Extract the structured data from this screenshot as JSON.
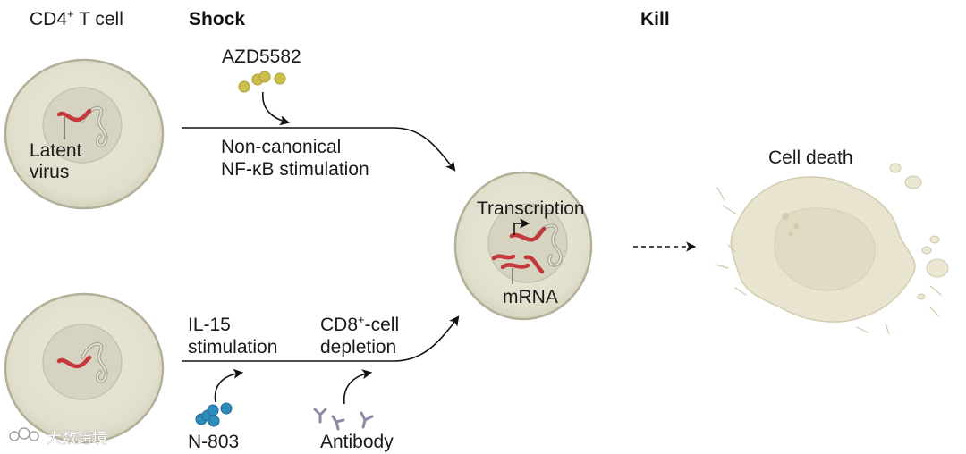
{
  "headers": {
    "cell_type": "CD4",
    "cell_type_sup": "+",
    "cell_type_rest": " T cell",
    "shock": "Shock",
    "kill": "Kill"
  },
  "top_pathway": {
    "agent": "AZD5582",
    "mechanism_line1": "Non-canonical",
    "mechanism_line2": "NF-κB stimulation"
  },
  "bottom_pathway": {
    "stim_line1": "IL-15",
    "stim_line2": "stimulation",
    "agent": "N-803",
    "depletion_prefix": "CD8",
    "depletion_sup": "+",
    "depletion_suffix": "-cell",
    "depletion_line2": "depletion",
    "antibody": "Antibody"
  },
  "latent_cell": {
    "label_line1": "Latent",
    "label_line2": "virus"
  },
  "active_cell": {
    "transcription": "Transcription",
    "mrna": "mRNA"
  },
  "outcome": {
    "label": "Cell death"
  },
  "watermark": {
    "text": "大数跨境"
  },
  "colors": {
    "cell_fill": "#e4e2d1",
    "cell_stroke": "#b3b09a",
    "nucleus_fill": "#d3d0bd",
    "virus_red": "#c4373b",
    "dna_gray": "#a9a79a",
    "azd_gold": "#cdbf4c",
    "n803_blue": "#2e8cbc",
    "antibody_purple": "#8e87a8",
    "debris": "#e9e4cf"
  }
}
